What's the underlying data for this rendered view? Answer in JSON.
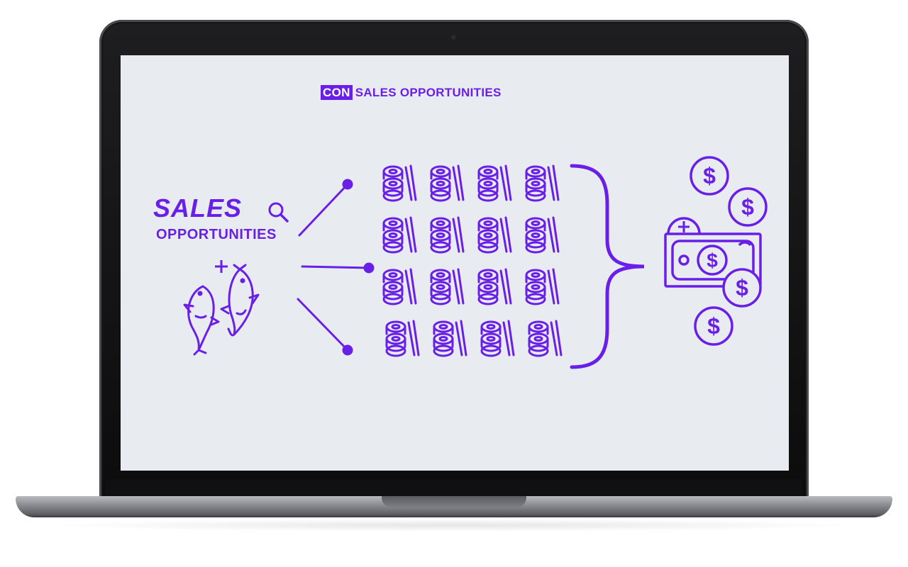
{
  "screen": {
    "logo_text": "CON",
    "title_text": "SALES OPPORTUNITIES",
    "sales_heading": "SALES",
    "opportunities_heading": "OPPORTUNITIES"
  },
  "icons": {
    "search": "search-icon",
    "plus": "plus-icon",
    "koi_fish": "koi-fish-icon",
    "sushi_roll": "sushi-roll-icon",
    "chopsticks": "chopsticks-icon",
    "curly_brace": "curly-brace",
    "dollar_coin": "dollar-coin-icon",
    "banknote": "banknote-icon"
  },
  "grid": {
    "rows": 4,
    "columns": 4
  },
  "colors": {
    "accent": "#6a1fe8",
    "screen_bg": "#e8ecf1"
  }
}
